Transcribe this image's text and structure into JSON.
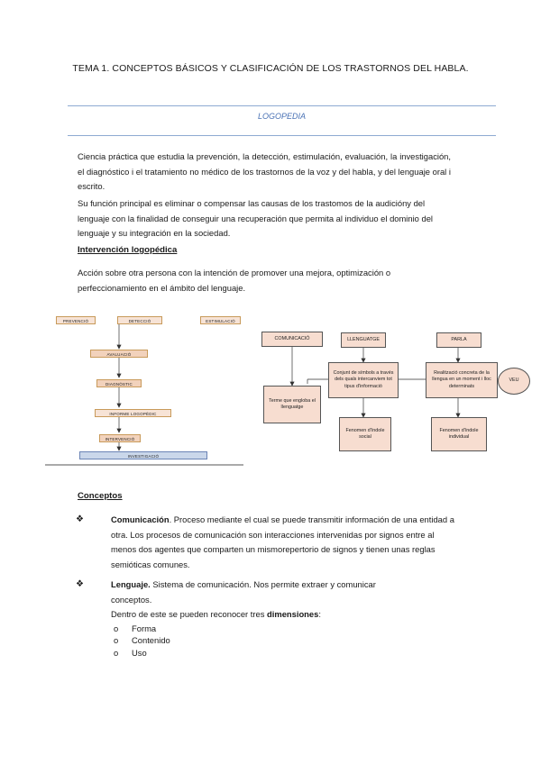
{
  "title": "TEMA 1. CONCEPTOS BÁSICOS Y CLASIFICACIÓN DE LOS TRASTORNOS DEL HABLA.",
  "subtitle": "LOGOPEDIA",
  "paragraphs": [
    "Ciencia práctica que estudia la prevención, la detección, estimulación, evaluación, la investigación, el diagnóstico i el tratamiento no médico de los trastornos de la voz y del habla, y del lenguaje oral i escrito.",
    "Su función principal es eliminar o compensar las causas de los trastomos de la audicióny del lenguaje con la finalidad de conseguir una recuperación que permita al individuo el dominio del lenguaje y su integración en la sociedad."
  ],
  "intervencion": {
    "heading": "Intervención logopédica",
    "text": "Acción sobre otra persona con la intención de promover una mejora, optimización o perfeccionamiento en el ámbito del lenguaje."
  },
  "left_diagram": {
    "prevencion": "PREVENCIÓ",
    "deteccio": "DETECCIÓ",
    "estimulacio": "ESTIMULACIÓ",
    "avaluacio": "AVALUACIÓ",
    "diagnostic": "DIAGNÒSTIC",
    "informe": "INFORME LOGOPÈDIC",
    "intervencio": "INTERVENCIÓ",
    "investigacio": "INVESTIGACIÓ"
  },
  "right_diagram": {
    "comunicacio": "COMUNICACIÓ",
    "llenguatge": "LLENGUATGE",
    "parla": "PARLA",
    "veu": "VEU",
    "terme": "Terme que engloba el llenguatge",
    "conjunt": "Conjunt de símbols a través dels quals intercanviem tot tipus d'informació",
    "realitzacio": "Realització concreta de la llengua en un moment i lloc determinats",
    "fenomen_social": "Fenomen d'índole social",
    "fenomen_individual": "Fenomen d'índole individual"
  },
  "conceptos": {
    "heading": "Conceptos",
    "bullet_symbol": "❖",
    "items": [
      {
        "term": "Comunicación",
        "text": ". Proceso mediante el cual se puede transmitir información de una entidad a otra. Los procesos de comunicación son interacciones intervenidas por signos entre al menos dos agentes que comparten un mismorepertorio de signos y tienen unas reglas semióticas comunes."
      },
      {
        "term": "Lenguaje.",
        "text": " Sistema de comunicación. Nos permite extraer y comunicar conceptos."
      }
    ],
    "dimensiones_pre": "Dentro de este se pueden reconocer tres ",
    "dimensiones_bold": "dimensiones",
    "dimensiones_post": ":",
    "sub_marker": "o",
    "dimensiones": [
      "Forma",
      "Contenido",
      "Uso"
    ]
  }
}
